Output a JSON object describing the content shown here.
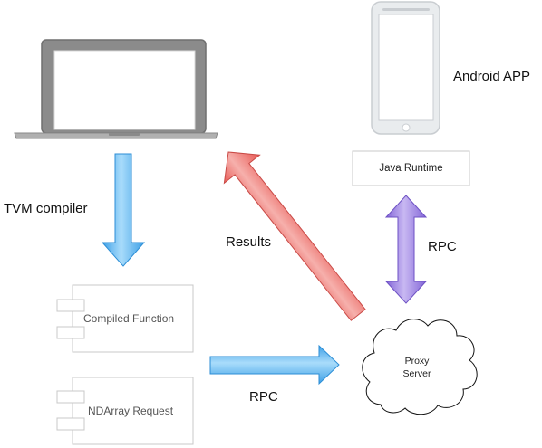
{
  "labels": {
    "android_app": "Android APP",
    "java_runtime": "Java Runtime",
    "tvm_compiler": "TVM compiler",
    "results": "Results",
    "rpc_vertical": "RPC",
    "compiled_function": "Compiled Function",
    "ndarray_request": "NDArray Request",
    "rpc_horizontal": "RPC",
    "proxy_line1": "Proxy",
    "proxy_line2": "Server"
  },
  "colors": {
    "blue_arrow": "#5ab4ee",
    "red_arrow": "#ee6e6a",
    "purple_arrow": "#9a7fdd",
    "device_outline": "#7d7d7d",
    "light_outline": "#c8c8c8"
  },
  "icons": {
    "laptop": "laptop-icon",
    "phone": "android-phone-icon",
    "cloud": "cloud-icon"
  }
}
